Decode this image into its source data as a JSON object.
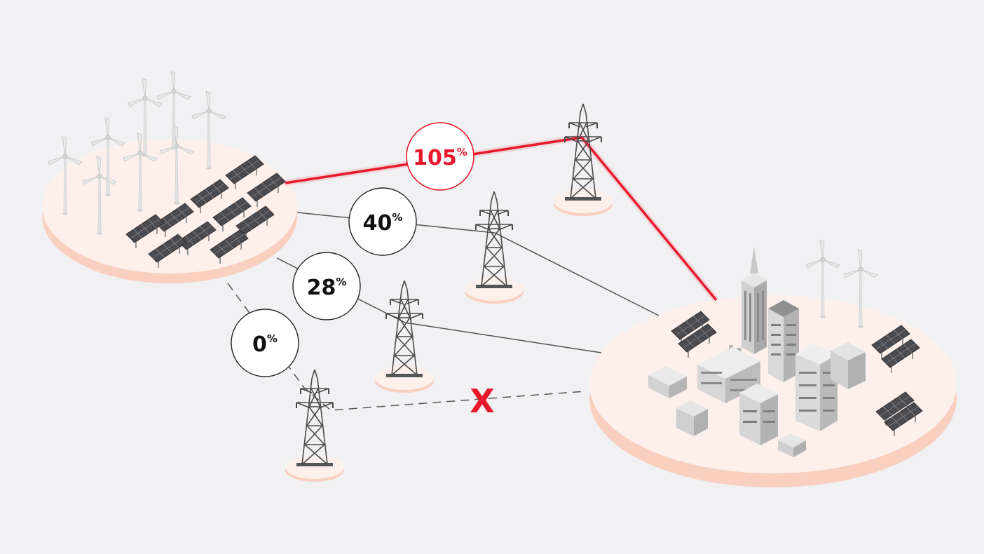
{
  "colors": {
    "background": "#f1f0f2",
    "overload": "#e8192c",
    "normal_line": "#555555",
    "island_top": "#fdf0ea",
    "island_side": "#f9cfbf",
    "badge_fill": "#ffffff",
    "badge_text": "#111111"
  },
  "flows": [
    {
      "id": "overloaded",
      "value": "105",
      "unit": "%",
      "status": "overloaded"
    },
    {
      "id": "line-40",
      "value": "40",
      "unit": "%",
      "status": "normal"
    },
    {
      "id": "line-28",
      "value": "28",
      "unit": "%",
      "status": "normal"
    },
    {
      "id": "line-0",
      "value": "0",
      "unit": "%",
      "status": "failed"
    }
  ],
  "fault_marker": "X",
  "icons": [
    "wind-turbine-icon",
    "solar-panel-icon",
    "transmission-tower-icon",
    "city-buildings-icon"
  ]
}
